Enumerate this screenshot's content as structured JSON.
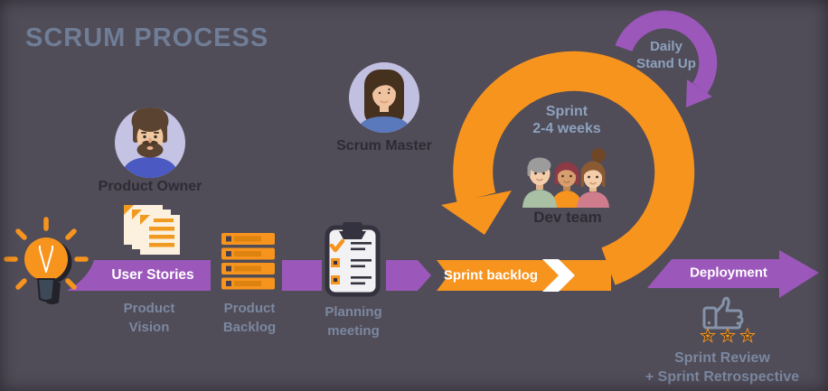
{
  "title": "SCRUM PROCESS",
  "roles": {
    "product_owner": {
      "label": "Product Owner"
    },
    "scrum_master": {
      "label": "Scrum Master"
    },
    "dev_team": {
      "label": "Dev team"
    }
  },
  "cycle": {
    "sprint": {
      "line1": "Sprint",
      "line2": "2-4 weeks"
    },
    "daily_standup": {
      "line1": "Daily",
      "line2": "Stand Up"
    }
  },
  "flow": {
    "product_vision": {
      "line1": "Product",
      "line2": "Vision"
    },
    "user_stories": {
      "label": "User Stories"
    },
    "product_backlog": {
      "line1": "Product",
      "line2": "Backlog"
    },
    "planning_meeting": {
      "line1": "Planning",
      "line2": "meeting"
    },
    "sprint_backlog": {
      "label": "Sprint backlog"
    },
    "deployment": {
      "label": "Deployment"
    },
    "review": {
      "line1": "Sprint Review",
      "line2": "+ Sprint Retrospective"
    }
  },
  "icons": {
    "idea": "lightbulb-icon",
    "stories": "sticky-notes-icon",
    "backlog": "backlog-stack-icon",
    "planning": "clipboard-checklist-icon",
    "approval": "thumbs-up-icon",
    "rating": "three-stars-icon"
  },
  "colors": {
    "background": "#504c58",
    "orange": "#f7941e",
    "orange_dark": "#dd830f",
    "purple": "#9c57bb",
    "title_text": "#6f7d96",
    "muted_text": "#7b88a0",
    "cycle_text": "#8da2be",
    "dark_text": "#2d2c35",
    "white_text": "#ffffff",
    "avatar_bg": "#c5c3e4"
  }
}
